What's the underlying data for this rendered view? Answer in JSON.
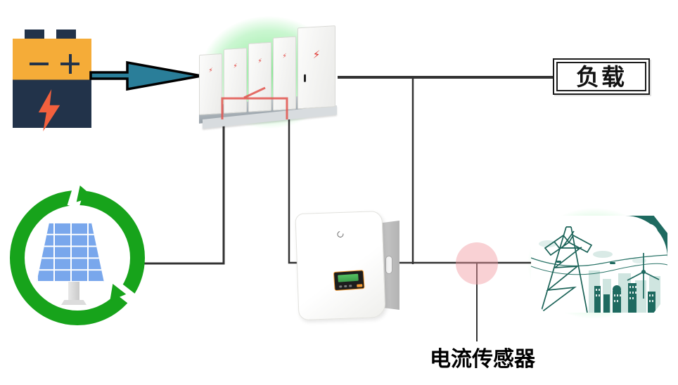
{
  "labels": {
    "load": "负载",
    "current_sensor": "电流传感器"
  },
  "glyphs": {
    "spark": "⚡"
  },
  "icons": {
    "battery": "battery-icon",
    "flow_arrow": "arrow-right-icon",
    "storage_cabinet": "battery-cabinet-image",
    "solar": "solar-panel-recycle-icon",
    "inverter": "inverter-image",
    "grid": "power-grid-image",
    "sensor_marker": "pink-circle-marker"
  },
  "colors": {
    "line": "#333333",
    "arrow_teal": "#2a7e99",
    "battery_navy": "#22334a",
    "battery_orange": "#f5ac38",
    "bolt_orange": "#f3603d",
    "glow_green": "#6ee47d",
    "solar_ring_green": "#17a31b",
    "panel_blue": "#79a7ec",
    "grid_teal": "#1e6a60",
    "sensor_pink": "#f299a0",
    "cabinet_red": "#e2544d",
    "display_orange": "#f59b31"
  }
}
